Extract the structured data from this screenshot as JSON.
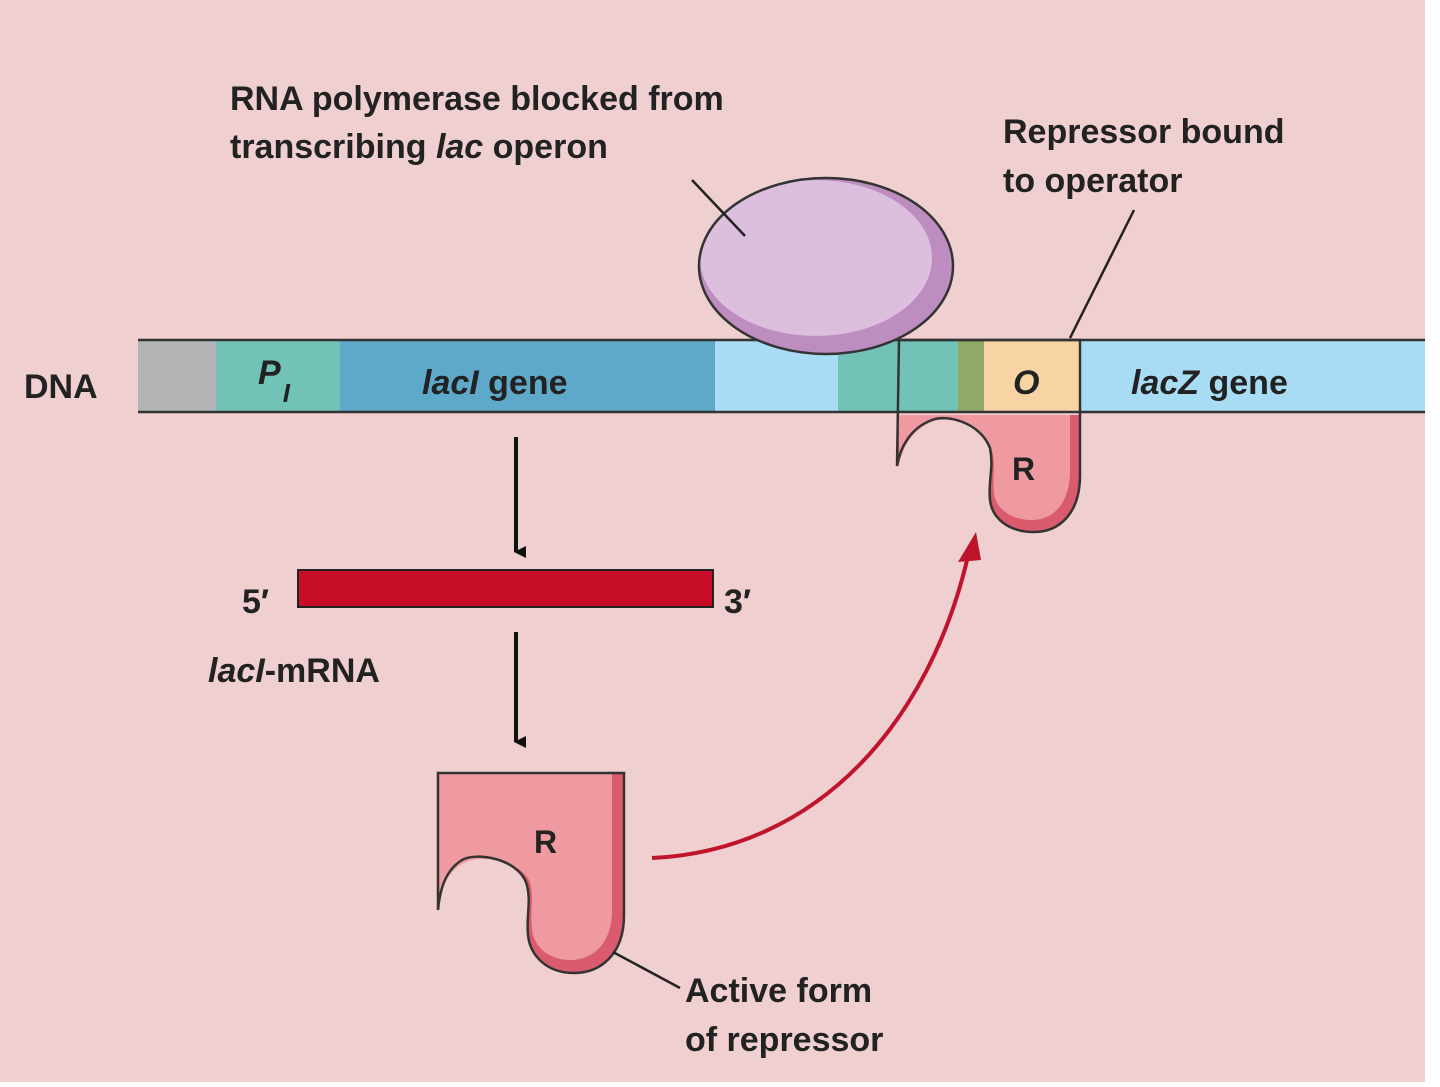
{
  "labels": {
    "rna_pol_line1": "RNA polymerase blocked from",
    "rna_pol_line2_pre": "transcribing ",
    "rna_pol_line2_italic": "lac",
    "rna_pol_line2_post": " operon",
    "repressor_bound_line1": "Repressor bound",
    "repressor_bound_line2": "to operator",
    "dna": "DNA",
    "promoter_p": "P",
    "promoter_sub": "I",
    "laci_italic": "lacI",
    "laci_gene": " gene",
    "operator": "O",
    "lacz_italic": "lacZ",
    "lacz_gene": " gene",
    "five_prime": "5′",
    "three_prime": "3′",
    "mrna_italic": "lacI",
    "mrna_suffix": "-mRNA",
    "repressor_bound_r": "R",
    "repressor_free_r": "R",
    "active_line1": "Active form",
    "active_line2": "of repressor"
  },
  "colors": {
    "background": "#efcfd0",
    "dna_gray": "#b3b3b6",
    "promoter_teal": "#72c3b7",
    "laci_blue": "#5ea8c9",
    "spacer_light_blue": "#a7dcf4",
    "lacz_light_blue": "#a7dcf4",
    "green_small": "#8faa68",
    "operator_peach": "#f8d4a5",
    "mrna_red": "#c60c27",
    "repressor_pink": "#ee9aa0",
    "repressor_shadow": "#da5b6d",
    "polymerase_lilac": "#dbbfdc",
    "polymerase_shadow": "#bd8dc0",
    "arrow_red": "#c0142d"
  }
}
